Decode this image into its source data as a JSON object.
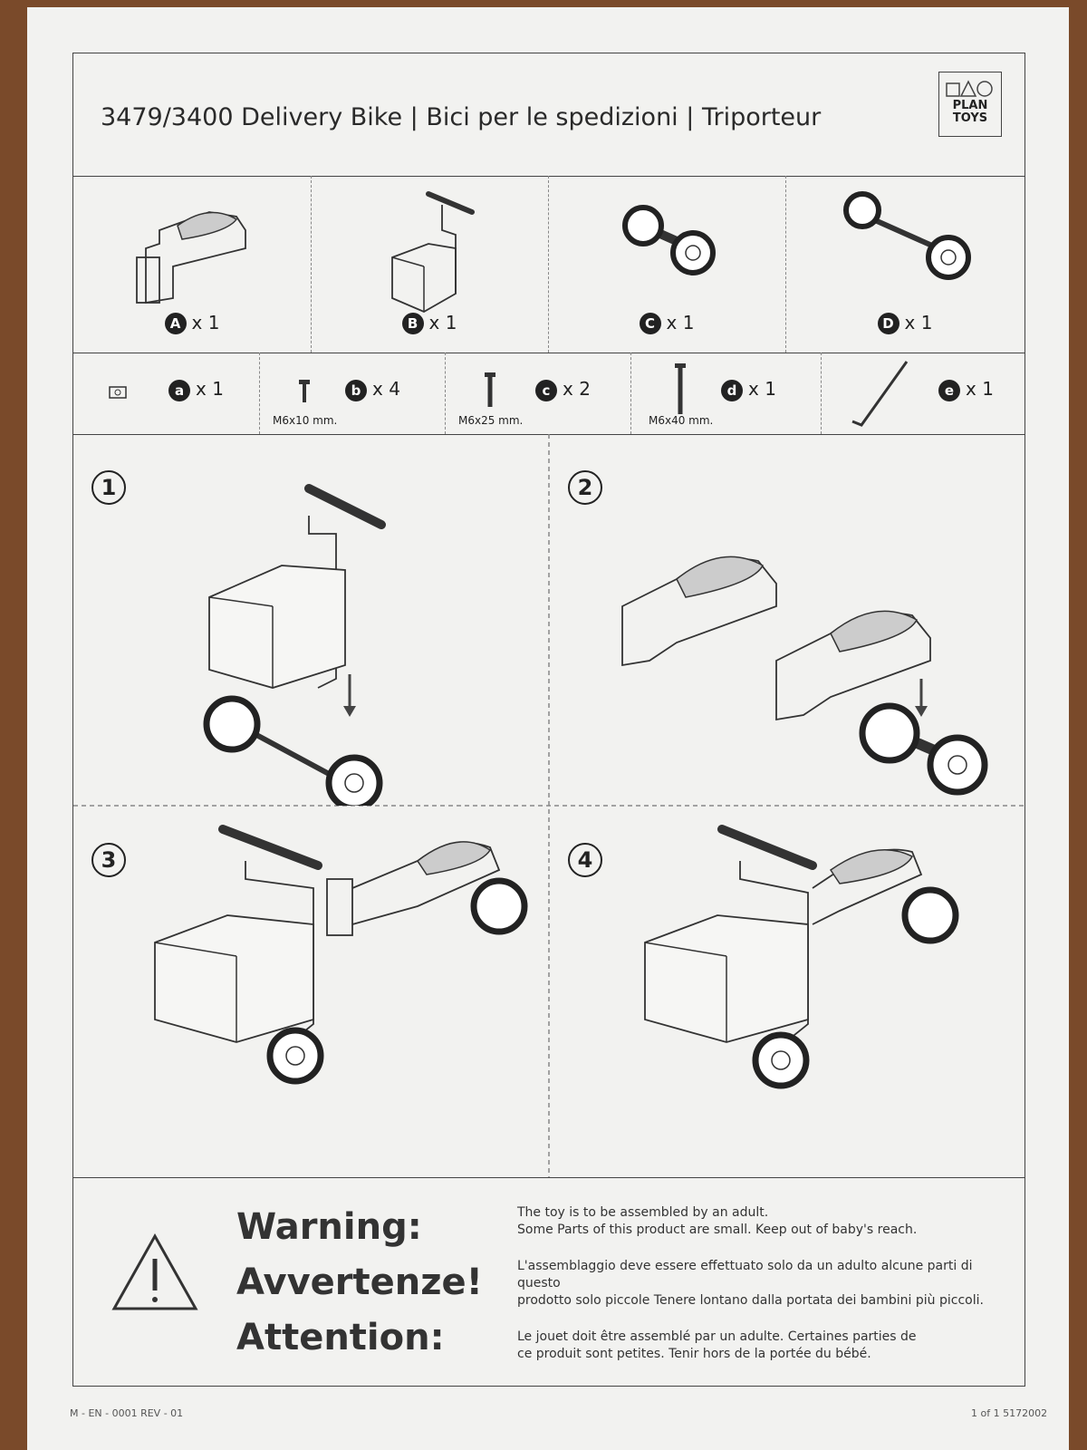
{
  "header": {
    "title": "3479/3400 Delivery Bike | Bici per le spedizioni | Triporteur",
    "logo_line1": "PLAN",
    "logo_line2": "TOYS"
  },
  "parts": [
    {
      "letter": "A",
      "qty": "x 1"
    },
    {
      "letter": "B",
      "qty": "x 1"
    },
    {
      "letter": "C",
      "qty": "x 1"
    },
    {
      "letter": "D",
      "qty": "x 1"
    }
  ],
  "hardware": [
    {
      "letter": "a",
      "qty": "x 1",
      "size": ""
    },
    {
      "letter": "b",
      "qty": "x 4",
      "size": "M6x10 mm."
    },
    {
      "letter": "c",
      "qty": "x 2",
      "size": "M6x25 mm."
    },
    {
      "letter": "d",
      "qty": "x 1",
      "size": "M6x40 mm."
    },
    {
      "letter": "e",
      "qty": "x 1",
      "size": ""
    }
  ],
  "steps": [
    {
      "number": "1"
    },
    {
      "number": "2"
    },
    {
      "number": "3"
    },
    {
      "number": "4"
    }
  ],
  "warning": {
    "headings": [
      "Warning:",
      "Avvertenze!",
      "Attention:"
    ],
    "en_line1": "The toy is to be assembled by an adult.",
    "en_line2": "Some Parts of this product are small. Keep out of baby's reach.",
    "it_line1": "L'assemblaggio deve essere effettuato solo da un adulto alcune parti di questo",
    "it_line2": "prodotto solo piccole  Tenere lontano dalla portata dei bambini più piccoli.",
    "fr_line1": "Le jouet doit être assemblé par un adulte. Certaines parties de",
    "fr_line2": "ce produit sont petites. Tenir hors de la portée du bébé."
  },
  "footer": {
    "left": "M - EN - 0001 REV - 01",
    "right": "1 of 1 5172002"
  }
}
